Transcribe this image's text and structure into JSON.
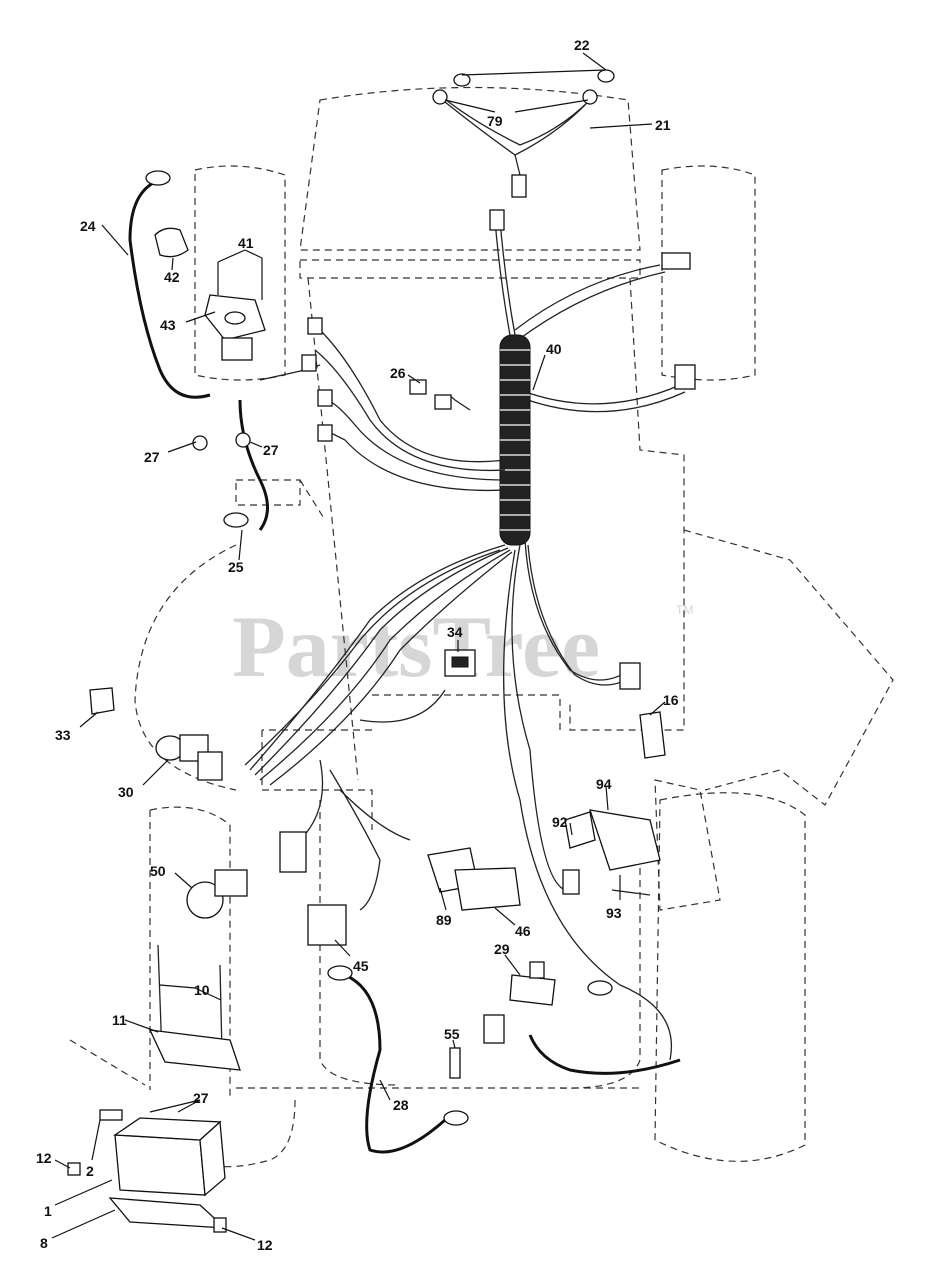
{
  "watermark": {
    "text": "PartsTree",
    "tm": "TM"
  },
  "callouts": [
    {
      "id": "22",
      "label": "22"
    },
    {
      "id": "79",
      "label": "79"
    },
    {
      "id": "21",
      "label": "21"
    },
    {
      "id": "24",
      "label": "24"
    },
    {
      "id": "42",
      "label": "42"
    },
    {
      "id": "41",
      "label": "41"
    },
    {
      "id": "43",
      "label": "43"
    },
    {
      "id": "40",
      "label": "40"
    },
    {
      "id": "26",
      "label": "26"
    },
    {
      "id": "27a",
      "label": "27"
    },
    {
      "id": "27b",
      "label": "27"
    },
    {
      "id": "25",
      "label": "25"
    },
    {
      "id": "34",
      "label": "34"
    },
    {
      "id": "16",
      "label": "16"
    },
    {
      "id": "33",
      "label": "33"
    },
    {
      "id": "30",
      "label": "30"
    },
    {
      "id": "92",
      "label": "92"
    },
    {
      "id": "94",
      "label": "94"
    },
    {
      "id": "50",
      "label": "50"
    },
    {
      "id": "93",
      "label": "93"
    },
    {
      "id": "89",
      "label": "89"
    },
    {
      "id": "46",
      "label": "46"
    },
    {
      "id": "29",
      "label": "29"
    },
    {
      "id": "45",
      "label": "45"
    },
    {
      "id": "10",
      "label": "10"
    },
    {
      "id": "11",
      "label": "11"
    },
    {
      "id": "55",
      "label": "55"
    },
    {
      "id": "27c",
      "label": "27"
    },
    {
      "id": "28",
      "label": "28"
    },
    {
      "id": "12a",
      "label": "12"
    },
    {
      "id": "2",
      "label": "2"
    },
    {
      "id": "1",
      "label": "1"
    },
    {
      "id": "8",
      "label": "8"
    },
    {
      "id": "12b",
      "label": "12"
    }
  ]
}
